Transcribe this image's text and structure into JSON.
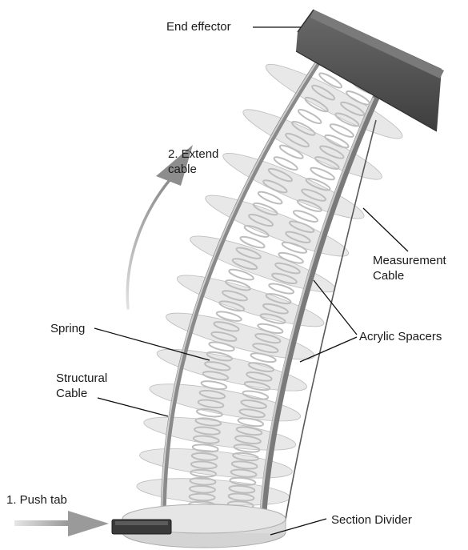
{
  "labels": {
    "end_effector": "End effector",
    "extend_cable_line1": "2. Extend",
    "extend_cable_line2": "cable",
    "measurement_cable_line1": "Measurement",
    "measurement_cable_line2": "Cable",
    "acrylic_spacers": "Acrylic Spacers",
    "spring": "Spring",
    "structural_cable_line1": "Structural",
    "structural_cable_line2": "Cable",
    "push_tab": "1. Push tab",
    "section_divider": "Section Divider"
  },
  "colors": {
    "end_effector": "#4d4d4d",
    "spacer": "#d6d6d6",
    "spring": "#bdbdbd",
    "cable": "#8a8a8a",
    "arrow": "#9e9e9e",
    "tab": "#3a3a3a",
    "divider": "#c8c8c8",
    "leader": "#111111"
  },
  "icons": {
    "extend_arrow": "curved-up-arrow-icon",
    "push_arrow": "right-arrow-icon"
  }
}
